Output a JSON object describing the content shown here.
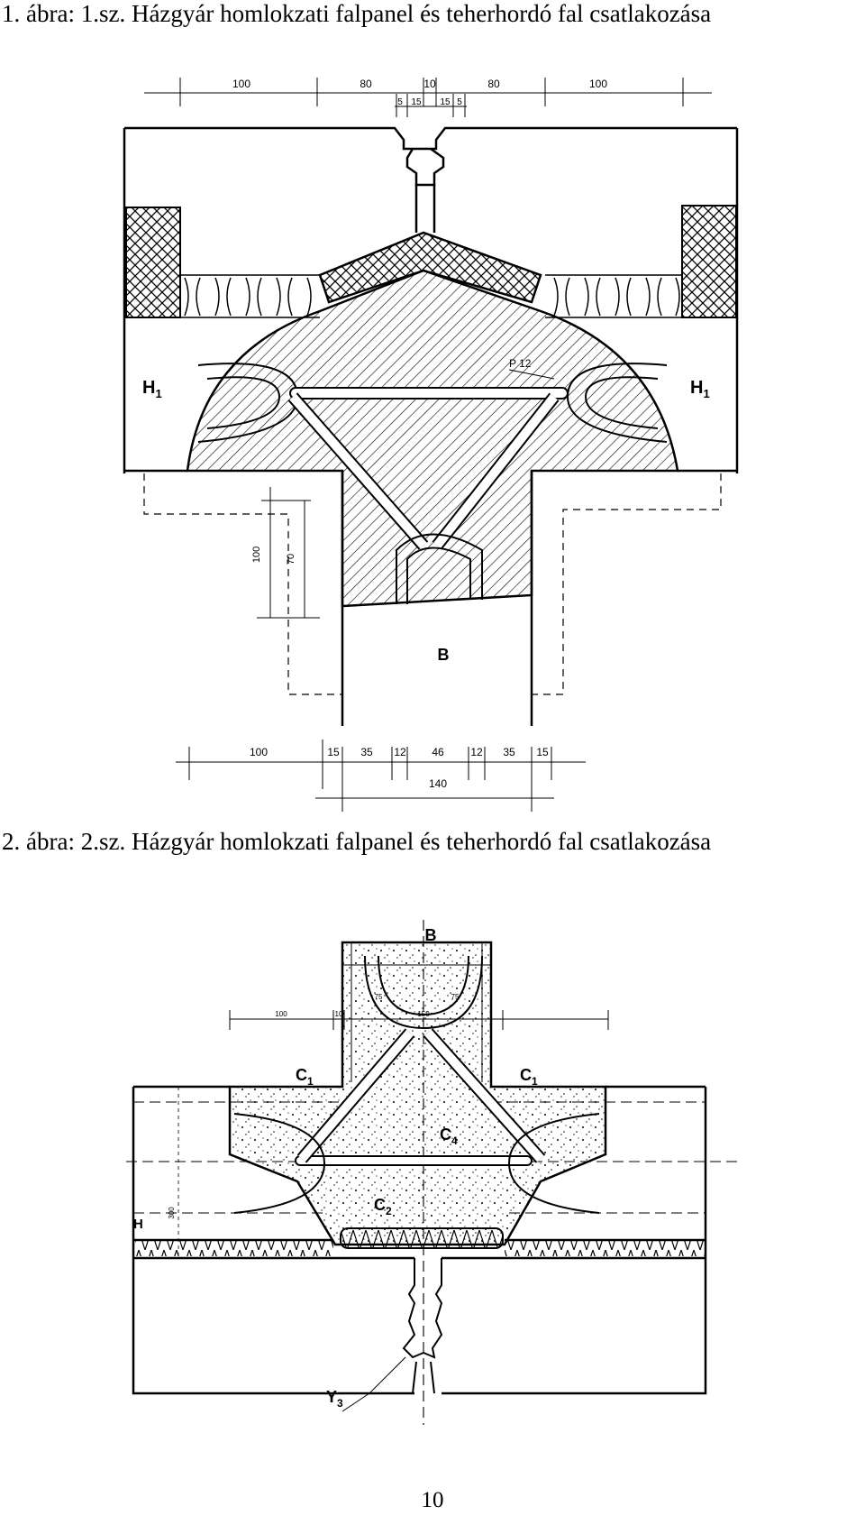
{
  "captions": {
    "figure1": "1. ábra: 1.sz. Házgyár homlokzati falpanel és teherhordó fal csatlakozása",
    "figure2": "2. ábra: 2.sz. Házgyár homlokzati falpanel és teherhordó fal csatlakozása"
  },
  "figure1": {
    "labels": {
      "left_panel": "H",
      "right_panel": "H",
      "subscript": "1",
      "wall": "B",
      "rebar": "P 12"
    },
    "top_dims": [
      "100",
      "80",
      "10",
      "80",
      "100"
    ],
    "top_sub_dims": [
      "5",
      "15",
      "15",
      "5"
    ],
    "side_dims": [
      "100",
      "70"
    ],
    "bottom_dims": [
      "100",
      "15",
      "35",
      "12",
      "46",
      "12",
      "35",
      "15"
    ],
    "bottom_total": "140"
  },
  "figure2": {
    "labels": {
      "wall": "B",
      "c1_left": "C",
      "c1_right": "C",
      "c1_sub": "1",
      "c4": "C",
      "c4_sub": "4",
      "c2": "C",
      "c2_sub": "2",
      "h": "H",
      "y3": "Y",
      "y3_sub": "3"
    },
    "dims": [
      "100",
      "10",
      "150",
      "75",
      "75",
      "300"
    ]
  },
  "page_number": "10"
}
